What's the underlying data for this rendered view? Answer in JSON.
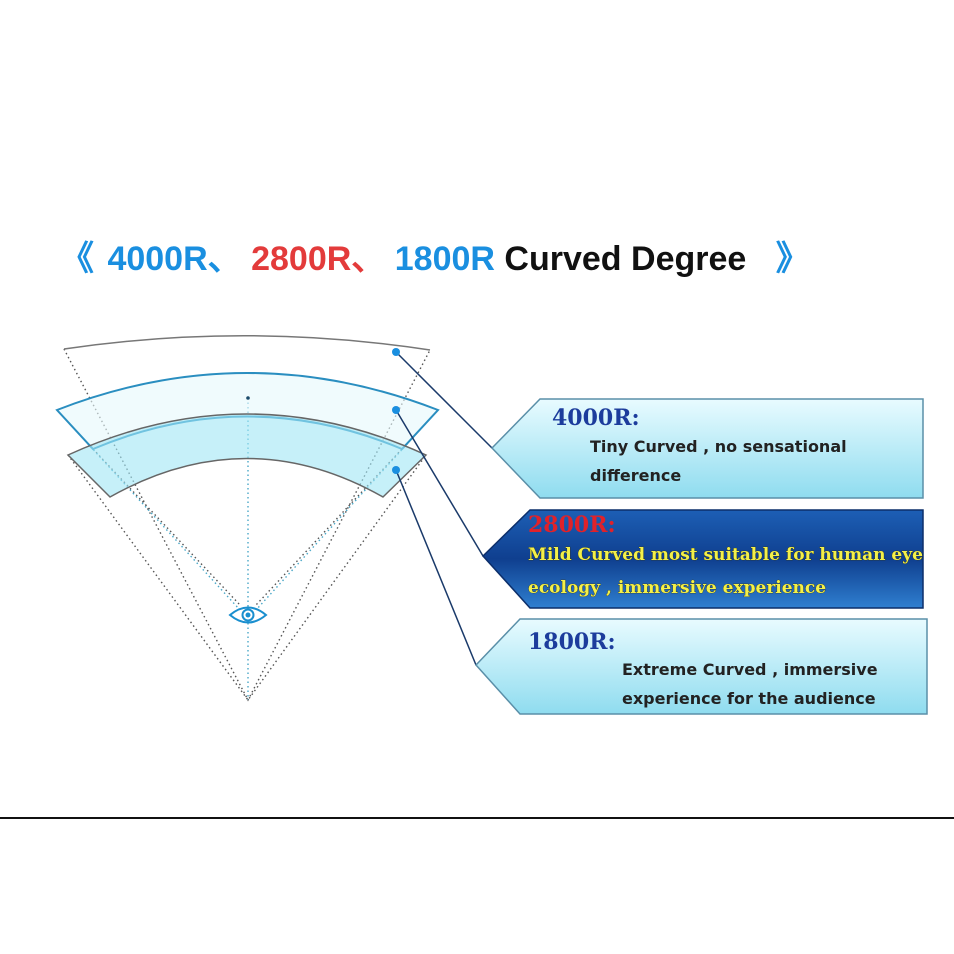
{
  "title": {
    "open_bracket": "《",
    "r4000": "4000R、",
    "r2800": "2800R、",
    "r1800": "1800R",
    "text": " Curved Degree",
    "close_bracket": "》"
  },
  "boxes": [
    {
      "label": "4000R:",
      "lines": [
        "Tiny Curved , no sensational",
        "difference"
      ]
    },
    {
      "label": "2800R:",
      "lines": [
        "Mild Curved most suitable for human eye",
        "ecology , immersive experience"
      ]
    },
    {
      "label": "1800R:",
      "lines": [
        "Extreme Curved , immersive",
        "experience for the audience"
      ]
    }
  ],
  "colors": {
    "blue": "#1a8fe0",
    "red": "#e33b3b",
    "dark_blue": "#1c3c9c",
    "yellow": "#f3f04a"
  }
}
